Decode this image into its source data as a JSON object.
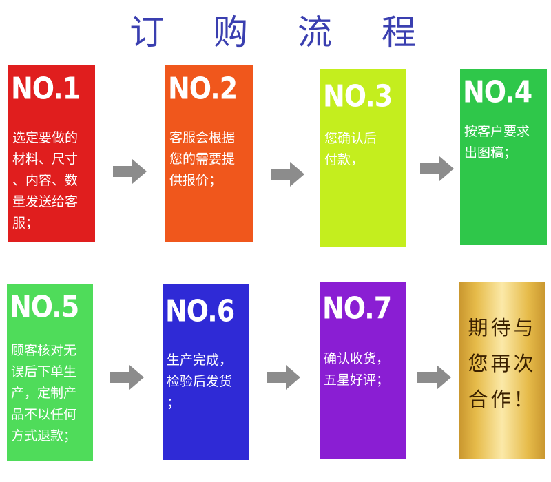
{
  "title": "订 购 流 程",
  "steps": [
    {
      "num": "NO.1",
      "text": "选定要做的\n材料、尺寸\n、内容、数\n量发送给客\n服；",
      "color": "#e01e1e"
    },
    {
      "num": "NO.2",
      "text": "客服会根据\n您的需要提\n供报价；",
      "color": "#f0571c"
    },
    {
      "num": "NO.3",
      "text": "您确认后\n付款，",
      "color": "#c4ee1e"
    },
    {
      "num": "NO.4",
      "text": "按客户要求\n出图稿；",
      "color": "#2fc74a"
    },
    {
      "num": "NO.5",
      "text": "顾客核对无\n误后下单生\n产，定制产\n品不以任何\n方式退款；",
      "color": "#4fdc5a"
    },
    {
      "num": "NO.6",
      "text": "生产完成，\n检验后发货\n；",
      "color": "#2f2ad6"
    },
    {
      "num": "NO.7",
      "text": "确认收货，\n五星好评；",
      "color": "#8a1ed3"
    }
  ],
  "final": {
    "text": "期待与\n您再次\n合作！",
    "color": "#e6bb4a"
  },
  "arrow_color": "#8c8c8c"
}
